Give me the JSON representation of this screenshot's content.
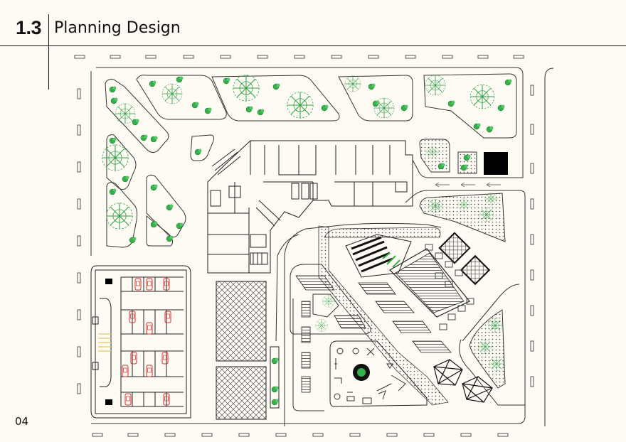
{
  "header": {
    "section_number": "1.3",
    "title": "Planning Design"
  },
  "footer": {
    "page_number": "04"
  },
  "colors": {
    "background": "#fdfbf3",
    "ink": "#111111",
    "tree_green": "#2ea043",
    "shrub_green": "#35b04a",
    "car_red": "#d92b2b",
    "accent_yellow": "#e8d27a"
  },
  "plan": {
    "description_icons": [
      "tree-icon",
      "shrub-icon",
      "car-icon",
      "building-outline",
      "paving-hatch",
      "tent-canopy-icon",
      "flow-arrow-icon"
    ]
  }
}
